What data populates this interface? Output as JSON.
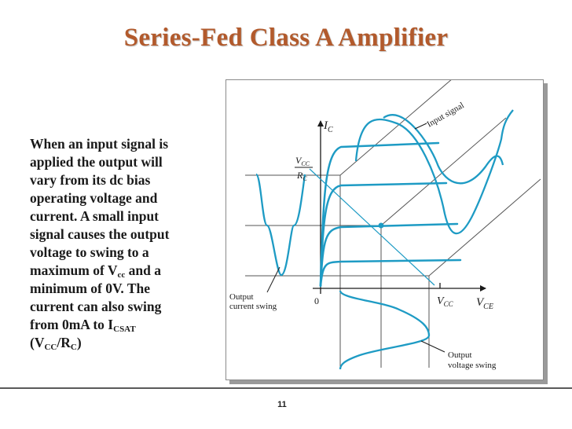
{
  "slide": {
    "title": "Series-Fed Class A Amplifier",
    "page_number": "11",
    "colors": {
      "title": "#b25a2c",
      "curve": "#1e9bc4",
      "text": "#1a1a1a"
    }
  },
  "description": {
    "lines": [
      "When an input signal is",
      "applied the output will",
      "vary from its dc bias",
      "operating voltage and",
      "current. A small input",
      "signal causes the output",
      "voltage to swing to a"
    ],
    "line8": {
      "pre": "maximum of V",
      "sub": "cc",
      "post": " and a"
    },
    "line9": "minimum of 0V. The",
    "line10": "current can also swing",
    "line11": {
      "pre": "from 0mA to I",
      "sub": "CSAT"
    },
    "line12": {
      "open": "(V",
      "sub1": "CC",
      "mid": "/R",
      "sub2": "C",
      "close": ")"
    }
  },
  "figure": {
    "axis_y_label": "I",
    "axis_y_sub": "C",
    "axis_x_label": "V",
    "axis_x_sub": "CE",
    "origin_label": "0",
    "vcc_label": "V",
    "vcc_sub": "CC",
    "fraction_top": "V",
    "fraction_top_sub": "CC",
    "fraction_bottom": "R",
    "fraction_bottom_sub": "C",
    "input_signal_label": "Input signal",
    "output_current_swing_line1": "Output",
    "output_current_swing_line2": "current swing",
    "output_voltage_swing_line1": "Output",
    "output_voltage_swing_line2": "voltage swing"
  }
}
